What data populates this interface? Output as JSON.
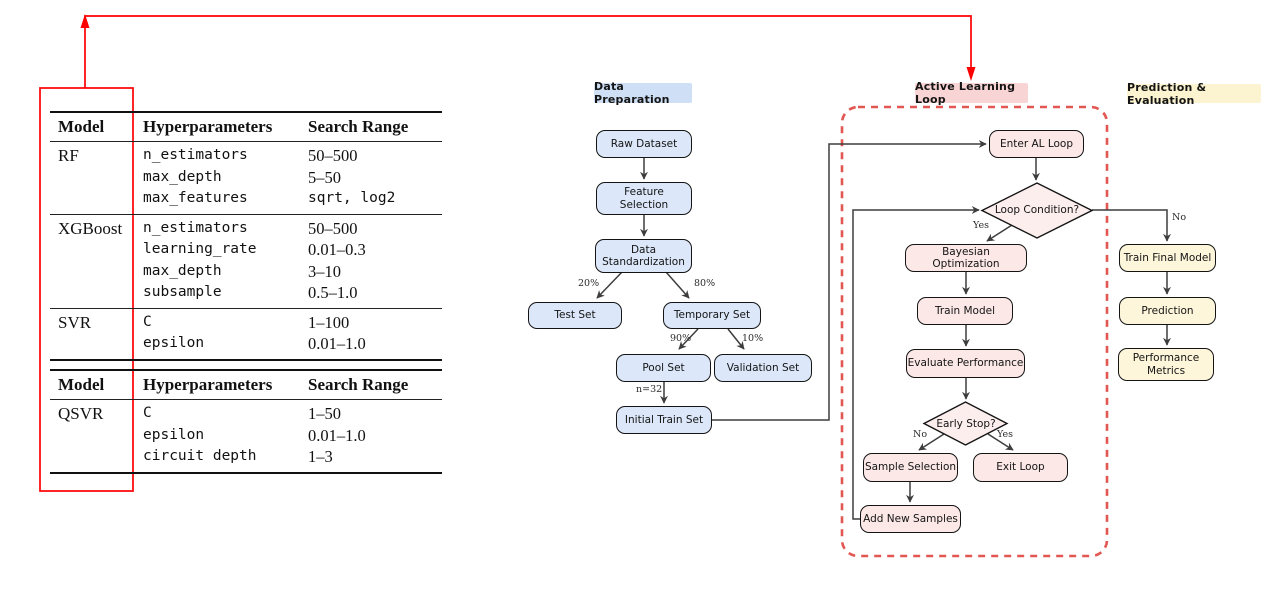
{
  "sections": {
    "data_prep": {
      "label": "Data Preparation"
    },
    "al_loop": {
      "label": "Active Learning Loop"
    },
    "pred_eval": {
      "label": "Prediction & Evaluation"
    }
  },
  "nodes": {
    "raw_dataset": "Raw Dataset",
    "feature_selection": "Feature Selection",
    "data_standardization": "Data Standardization",
    "test_set": "Test Set",
    "temporary_set": "Temporary Set",
    "pool_set": "Pool Set",
    "validation_set": "Validation Set",
    "initial_train_set": "Initial Train Set",
    "enter_al_loop": "Enter AL Loop",
    "loop_condition": "Loop Condition?",
    "bayesian_optimization": "Bayesian Optimization",
    "train_model": "Train Model",
    "evaluate_performance": "Evaluate Performance",
    "early_stop": "Early Stop?",
    "sample_selection": "Sample Selection",
    "exit_loop": "Exit Loop",
    "add_new_samples": "Add New Samples",
    "train_final_model": "Train Final Model",
    "prediction": "Prediction",
    "performance_metrics": "Performance Metrics"
  },
  "edge_labels": {
    "test_split": "20%",
    "temp_split": "80%",
    "pool_split": "90%",
    "val_split": "10%",
    "init_n": "n=32",
    "loop_yes": "Yes",
    "loop_no": "No",
    "early_no": "No",
    "early_yes": "Yes"
  },
  "tables": [
    {
      "headers": [
        "Model",
        "Hyperparameters",
        "Search Range"
      ],
      "groups": [
        {
          "model": "RF",
          "rows": [
            {
              "param": "n_estimators",
              "range": "50–500"
            },
            {
              "param": "max_depth",
              "range": "5–50"
            },
            {
              "param": "max_features",
              "range": "sqrt, log2",
              "mono": true
            }
          ]
        },
        {
          "model": "XGBoost",
          "rows": [
            {
              "param": "n_estimators",
              "range": "50–500"
            },
            {
              "param": "learning_rate",
              "range": "0.01–0.3"
            },
            {
              "param": "max_depth",
              "range": "3–10"
            },
            {
              "param": "subsample",
              "range": "0.5–1.0"
            }
          ]
        },
        {
          "model": "SVR",
          "rows": [
            {
              "param": "C",
              "range": "1–100"
            },
            {
              "param": "epsilon",
              "range": "0.01–1.0"
            }
          ]
        }
      ]
    },
    {
      "headers": [
        "Model",
        "Hyperparameters",
        "Search Range"
      ],
      "groups": [
        {
          "model": "QSVR",
          "rows": [
            {
              "param": "C",
              "range": "1–50"
            },
            {
              "param": "epsilon",
              "range": "0.01–1.0"
            },
            {
              "param": "circuit depth",
              "range": "1–3"
            }
          ]
        }
      ]
    }
  ],
  "colors": {
    "node_blue": "#dce8fa",
    "node_pink": "#fbe8e7",
    "node_yellow": "#fdf6da",
    "label_blue": "#cfe0f6",
    "label_pink": "#f8d5d4",
    "label_yellow": "#fcf3d0",
    "arrow_gray": "#3d3d3d",
    "annotation_red": "#fe0000",
    "dashed_border_red": "#e35752"
  }
}
